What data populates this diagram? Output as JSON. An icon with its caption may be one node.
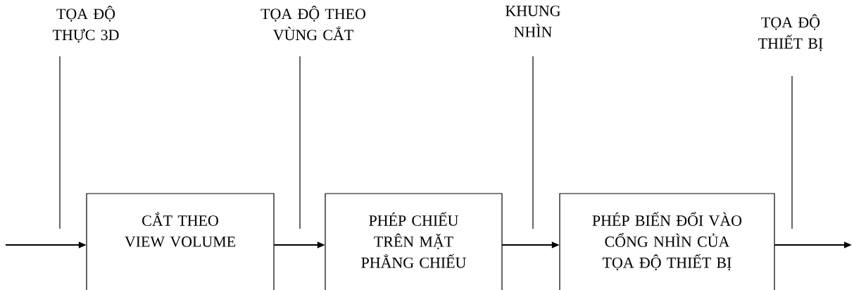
{
  "diagram": {
    "nodes": [
      {
        "text": [
          "CẮT THEO VIEW VOLUME"
        ]
      },
      {
        "text": [
          "PHÉP CHIẾU TRÊN MẶT PHẲNG CHIẾU"
        ]
      },
      {
        "text": [
          "PHÉP BIẾN ĐỔI VÀO CỔNG NHÌN CỦA TỌA ĐỘ THIẾT BỊ"
        ]
      },
      {
        "text": [
          "TỌA ĐỘ THỰC 3D"
        ]
      },
      {
        "text": [
          "TỌA ĐỘ THEO VÙNG CẮT"
        ]
      },
      {
        "text": [
          "KHUNG NHÌN"
        ]
      },
      {
        "text": [
          "TỌA ĐỘ THIẾT BỊ"
        ]
      }
    ],
    "edges": [
      {
        "from": null,
        "to": 0,
        "arrow": "to"
      },
      {
        "from": 0,
        "to": 1,
        "arrow": "to"
      },
      {
        "from": 1,
        "to": 2,
        "arrow": "to"
      },
      {
        "from": 2,
        "to": null,
        "arrow": "to"
      },
      {
        "from": 3,
        "to": null,
        "arrow": "none"
      },
      {
        "from": 4,
        "to": null,
        "arrow": "none"
      },
      {
        "from": 5,
        "to": null,
        "arrow": "none"
      },
      {
        "from": 6,
        "to": null,
        "arrow": "none"
      }
    ]
  }
}
